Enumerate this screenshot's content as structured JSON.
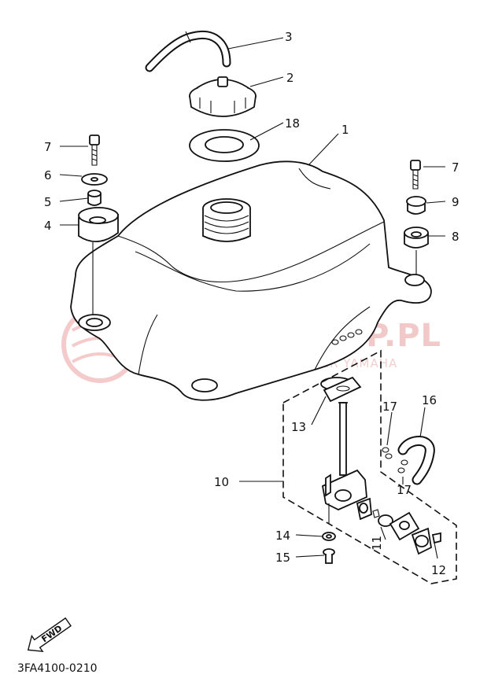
{
  "watermark": {
    "title": "YAMA-SKLEP.PL",
    "subtitle": "WOJCIECHOWICZ I DEALER YAMAHA"
  },
  "diagram_code": "3FA4100-0210",
  "direction_badge": "FWD",
  "colors": {
    "ink": "#111111",
    "watermark": "#f2c9c9"
  },
  "callouts": {
    "c1": "1",
    "c2": "2",
    "c3": "3",
    "c4": "4",
    "c5": "5",
    "c6": "6",
    "c7_left": "7",
    "c7_right": "7",
    "c8": "8",
    "c9": "9",
    "c10": "10",
    "c11": "11",
    "c12": "12",
    "c13": "13",
    "c14": "14",
    "c15": "15",
    "c16": "16",
    "c17_top": "17",
    "c17_bottom": "17",
    "c18": "18"
  }
}
